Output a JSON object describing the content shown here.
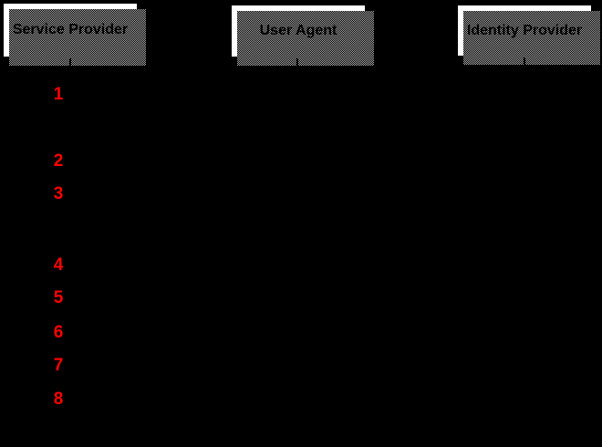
{
  "diagram": {
    "actors": [
      {
        "id": "service-provider",
        "label": "Service Provider"
      },
      {
        "id": "user-agent",
        "label": "User Agent"
      },
      {
        "id": "identity-provider",
        "label": "Identity Provider"
      }
    ],
    "steps": [
      "1",
      "2",
      "3",
      "4",
      "5",
      "6",
      "7",
      "8"
    ],
    "colors": {
      "background": "#000000",
      "box_fill": "#ffffff",
      "box_border": "#000000",
      "box_text": "#000000",
      "shadow_gray": "#a6a6a6",
      "step_number_red": "#ff0000"
    }
  }
}
